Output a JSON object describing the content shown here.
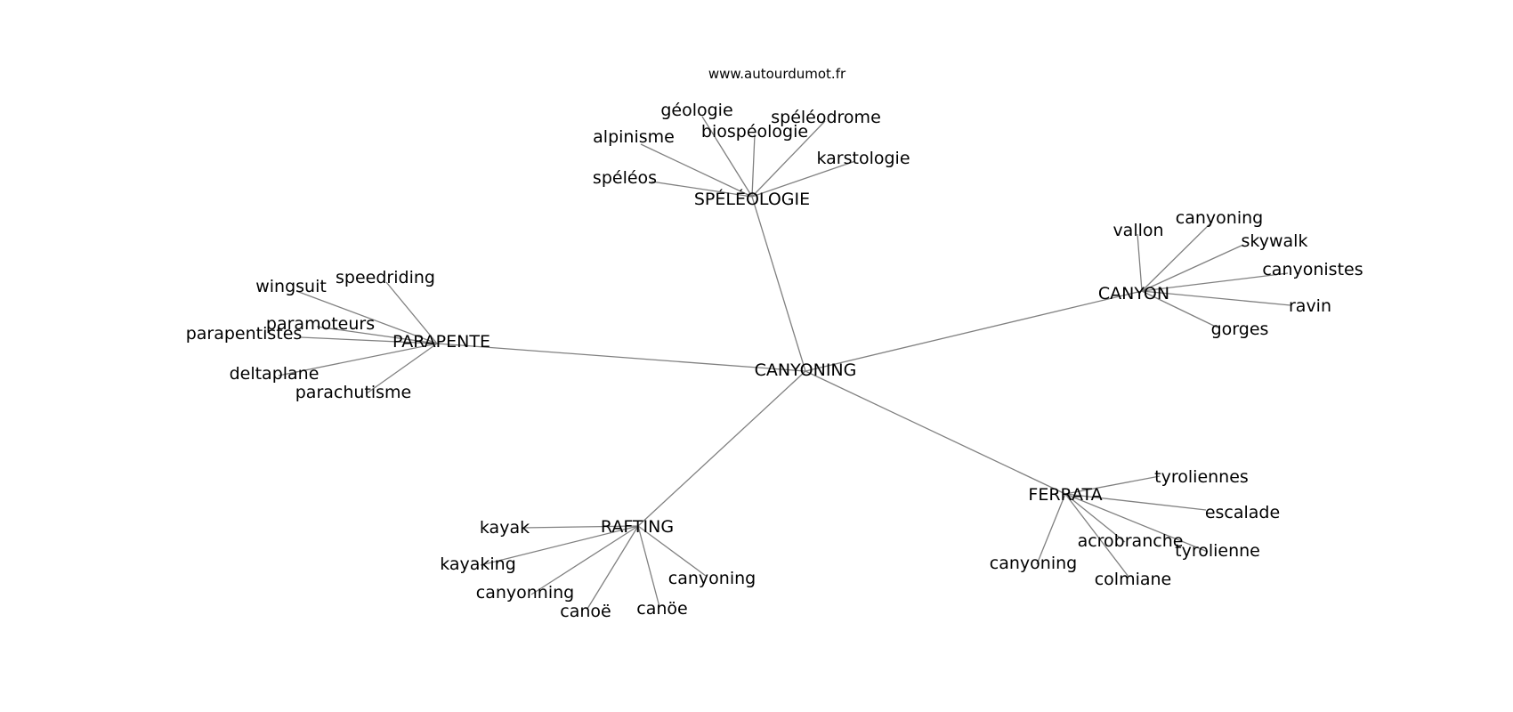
{
  "source": "www.autourdumot.fr",
  "graph": {
    "center": "CANYONING",
    "nodes": [
      {
        "id": "canyoning_c",
        "label": "CANYONING"
      },
      {
        "id": "speleo",
        "label": "SPÉLÉOLOGIE"
      },
      {
        "id": "canyon",
        "label": "CANYON"
      },
      {
        "id": "parapente",
        "label": "PARAPENTE"
      },
      {
        "id": "rafting",
        "label": "RAFTING"
      },
      {
        "id": "ferrata",
        "label": "FERRATA"
      },
      {
        "id": "geologie",
        "label": "géologie"
      },
      {
        "id": "biospeleologie",
        "label": "biospéologie"
      },
      {
        "id": "speleodrome",
        "label": "spéléodrome"
      },
      {
        "id": "alpinisme",
        "label": "alpinisme"
      },
      {
        "id": "karstologie",
        "label": "karstologie"
      },
      {
        "id": "speleos",
        "label": "spéléos"
      },
      {
        "id": "vallon",
        "label": "vallon"
      },
      {
        "id": "canyoning_cy",
        "label": "canyoning"
      },
      {
        "id": "skywalk",
        "label": "skywalk"
      },
      {
        "id": "canyonistes",
        "label": "canyonistes"
      },
      {
        "id": "ravin",
        "label": "ravin"
      },
      {
        "id": "gorges",
        "label": "gorges"
      },
      {
        "id": "speedriding",
        "label": "speedriding"
      },
      {
        "id": "wingsuit",
        "label": "wingsuit"
      },
      {
        "id": "paramoteurs",
        "label": "paramoteurs"
      },
      {
        "id": "parapentistes",
        "label": "parapentistes"
      },
      {
        "id": "deltaplane",
        "label": "deltaplane"
      },
      {
        "id": "parachutisme",
        "label": "parachutisme"
      },
      {
        "id": "kayak",
        "label": "kayak"
      },
      {
        "id": "kayaking",
        "label": "kayaking"
      },
      {
        "id": "canyonning",
        "label": "canyonning"
      },
      {
        "id": "canoe1",
        "label": "canoë"
      },
      {
        "id": "canoe2",
        "label": "canöe"
      },
      {
        "id": "canyoning_r",
        "label": "canyoning"
      },
      {
        "id": "tyroliennes",
        "label": "tyroliennes"
      },
      {
        "id": "escalade",
        "label": "escalade"
      },
      {
        "id": "acrobranche",
        "label": "acrobranche"
      },
      {
        "id": "tyrolienne",
        "label": "tyrolienne"
      },
      {
        "id": "canyoning_f",
        "label": "canyoning"
      },
      {
        "id": "colmiane",
        "label": "colmiane"
      }
    ],
    "edges": [
      [
        "canyoning_c",
        "speleo"
      ],
      [
        "canyoning_c",
        "canyon"
      ],
      [
        "canyoning_c",
        "parapente"
      ],
      [
        "canyoning_c",
        "rafting"
      ],
      [
        "canyoning_c",
        "ferrata"
      ],
      [
        "speleo",
        "geologie"
      ],
      [
        "speleo",
        "biospeleologie"
      ],
      [
        "speleo",
        "speleodrome"
      ],
      [
        "speleo",
        "alpinisme"
      ],
      [
        "speleo",
        "karstologie"
      ],
      [
        "speleo",
        "speleos"
      ],
      [
        "canyon",
        "vallon"
      ],
      [
        "canyon",
        "canyoning_cy"
      ],
      [
        "canyon",
        "skywalk"
      ],
      [
        "canyon",
        "canyonistes"
      ],
      [
        "canyon",
        "ravin"
      ],
      [
        "canyon",
        "gorges"
      ],
      [
        "parapente",
        "speedriding"
      ],
      [
        "parapente",
        "wingsuit"
      ],
      [
        "parapente",
        "paramoteurs"
      ],
      [
        "parapente",
        "parapentistes"
      ],
      [
        "parapente",
        "deltaplane"
      ],
      [
        "parapente",
        "parachutisme"
      ],
      [
        "rafting",
        "kayak"
      ],
      [
        "rafting",
        "kayaking"
      ],
      [
        "rafting",
        "canyonning"
      ],
      [
        "rafting",
        "canoe1"
      ],
      [
        "rafting",
        "canoe2"
      ],
      [
        "rafting",
        "canyoning_r"
      ],
      [
        "ferrata",
        "tyroliennes"
      ],
      [
        "ferrata",
        "escalade"
      ],
      [
        "ferrata",
        "acrobranche"
      ],
      [
        "ferrata",
        "tyrolienne"
      ],
      [
        "ferrata",
        "canyoning_f"
      ],
      [
        "ferrata",
        "colmiane"
      ]
    ]
  }
}
